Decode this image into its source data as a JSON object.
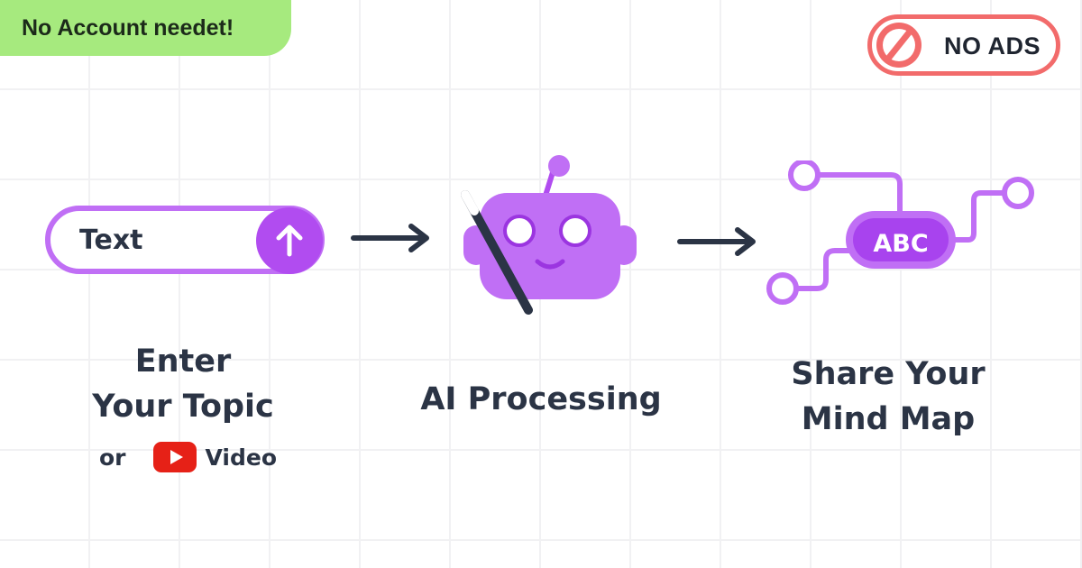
{
  "banner": {
    "text": "No Account needet!"
  },
  "no_ads": {
    "label": "NO ADS"
  },
  "steps": {
    "input": {
      "placeholder_text": "Text",
      "caption_line1": "Enter",
      "caption_line2": "Your Topic",
      "or_text": "or",
      "video_text": "Video"
    },
    "processing": {
      "caption": "AI Processing"
    },
    "share": {
      "node_label": "ABC",
      "caption_line1": "Share Your",
      "caption_line2": "Mind Map"
    }
  },
  "colors": {
    "purple": "#c06ff5",
    "purple_dark": "#b14cf0",
    "green_banner": "#a6ea7e",
    "red_no_ads": "#f26b6b",
    "youtube_red": "#e62117",
    "arrow": "#2b3445"
  },
  "icons": [
    "up-arrow-icon",
    "right-arrow-icon",
    "robot-icon",
    "magic-wand-icon",
    "mind-map-icon",
    "no-sign-icon",
    "youtube-icon"
  ]
}
